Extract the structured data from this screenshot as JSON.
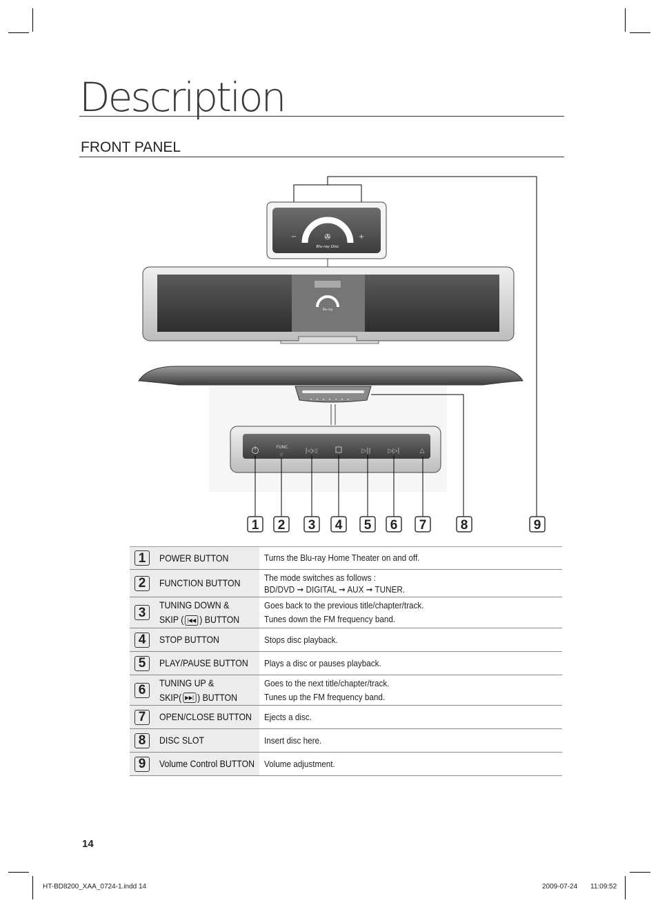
{
  "page": {
    "title": "Description",
    "section": "FRONT PANEL",
    "page_number": "14"
  },
  "footer": {
    "file": "HT-BD8200_XAA_0724-1.indd   14",
    "date": "2009-07-24",
    "time": "11:09:52"
  },
  "figure": {
    "func_label": "FUNC.",
    "callouts": [
      "1",
      "2",
      "3",
      "4",
      "5",
      "6",
      "7",
      "8",
      "9"
    ],
    "volume_minus": "−",
    "volume_plus": "+",
    "logo_text": "Blu-ray Disc"
  },
  "items": [
    {
      "num": "1",
      "label": "POWER BUTTON",
      "desc": [
        "Turns the Blu-ray Home Theater on and off."
      ]
    },
    {
      "num": "2",
      "label": "FUNCTION BUTTON",
      "desc": [
        "The mode switches as follows :",
        "BD/DVD ➞ DIGITAL ➞ AUX ➞ TUNER."
      ]
    },
    {
      "num": "3",
      "label_line1": "TUNING DOWN &",
      "label_pre": "SKIP (",
      "label_post": ") BUTTON",
      "icon": "skip-back-icon",
      "desc": [
        "Goes back to the previous title/chapter/track.",
        "Tunes down the FM frequency band."
      ]
    },
    {
      "num": "4",
      "label": "STOP BUTTON",
      "desc": [
        "Stops disc playback."
      ]
    },
    {
      "num": "5",
      "label": "PLAY/PAUSE BUTTON",
      "desc": [
        "Plays a disc or pauses playback."
      ]
    },
    {
      "num": "6",
      "label_line1": "TUNING UP &",
      "label_pre": "SKIP(",
      "label_post": ") BUTTON",
      "icon": "skip-forward-icon",
      "desc": [
        "Goes to the next title/chapter/track.",
        "Tunes up the FM frequency band."
      ]
    },
    {
      "num": "7",
      "label": "OPEN/CLOSE BUTTON",
      "desc": [
        "Ejects a disc."
      ]
    },
    {
      "num": "8",
      "label": "DISC SLOT",
      "desc": [
        "Insert disc here."
      ]
    },
    {
      "num": "9",
      "label": "Volume Control BUTTON",
      "desc": [
        "Volume adjustment."
      ]
    }
  ]
}
